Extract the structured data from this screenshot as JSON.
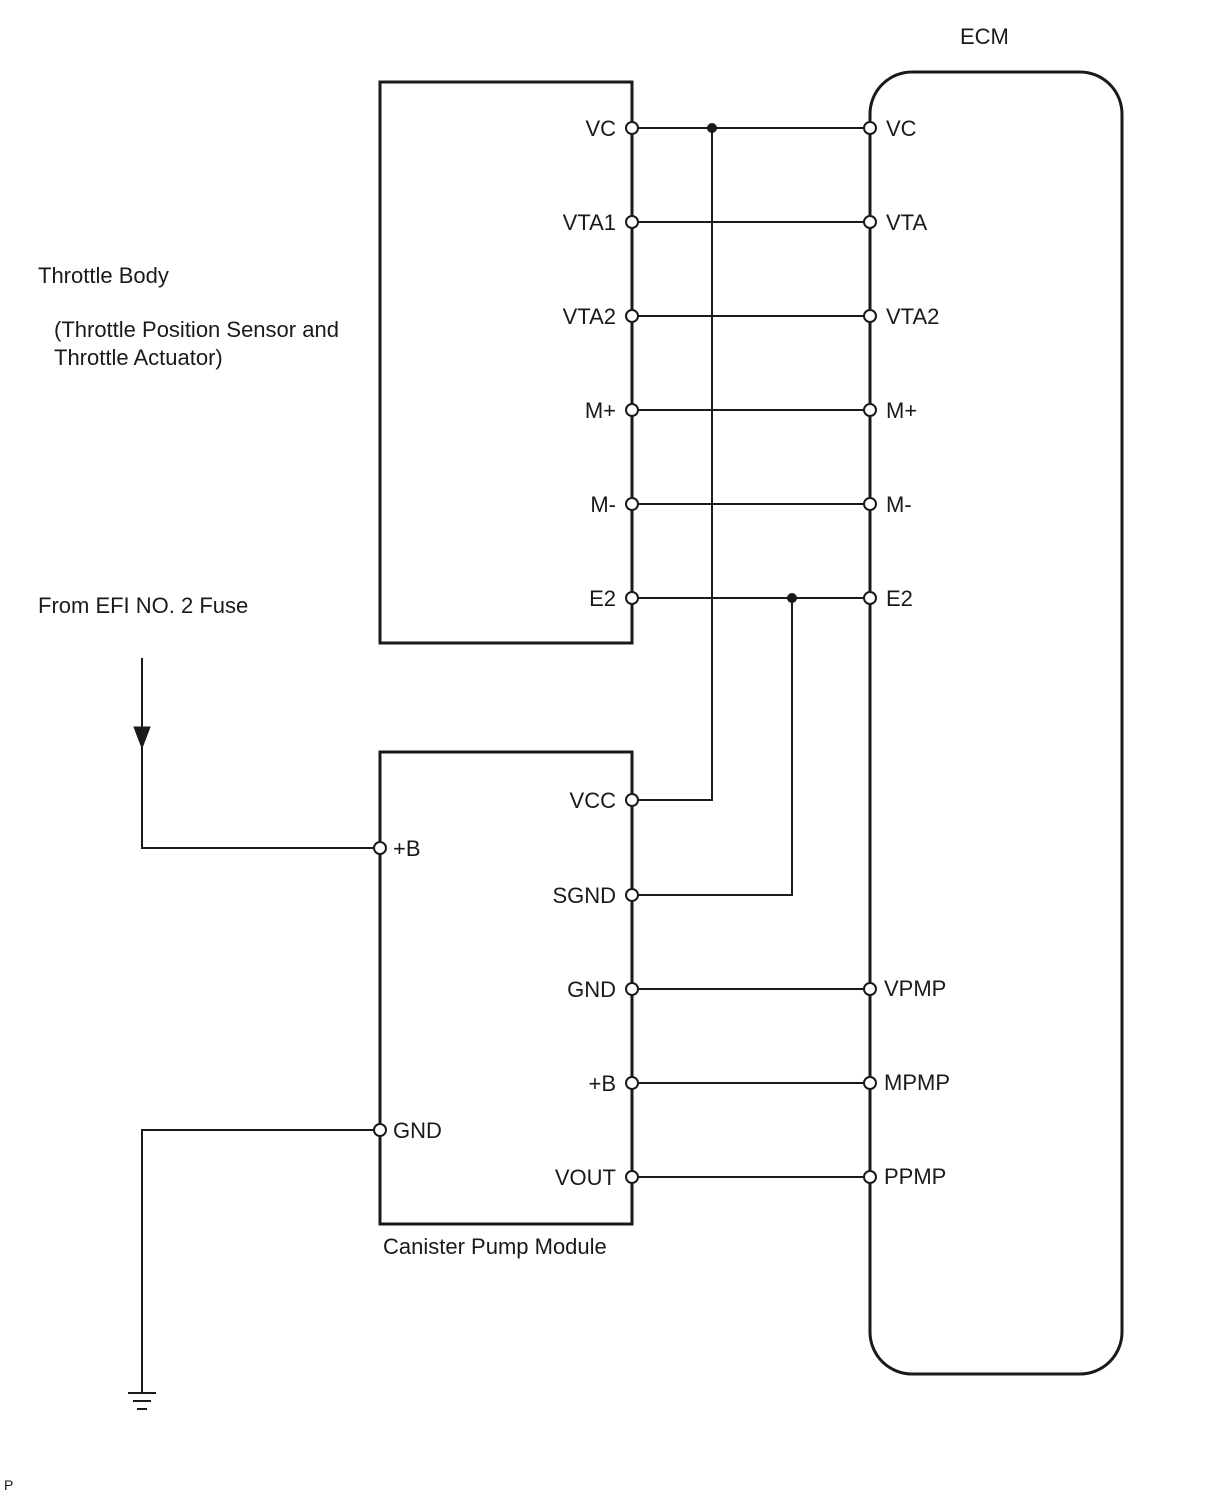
{
  "labels": {
    "ecm": "ECM",
    "throttle_body": "Throttle Body",
    "throttle_sub_line1": "(Throttle Position Sensor and",
    "throttle_sub_line2": "Throttle Actuator)",
    "fuse_source": "From EFI NO. 2 Fuse",
    "canister_module": "Canister Pump Module",
    "corner_mark": "P"
  },
  "throttle_pins": [
    "VC",
    "VTA1",
    "VTA2",
    "M+",
    "M-",
    "E2"
  ],
  "ecm_pins": [
    "VC",
    "VTA",
    "VTA2",
    "M+",
    "M-",
    "E2",
    "VPMP",
    "MPMP",
    "PPMP"
  ],
  "canister_right_pins": [
    "VCC",
    "SGND",
    "GND",
    "+B",
    "VOUT"
  ],
  "canister_left_pins": [
    "+B",
    "GND"
  ],
  "colors": {
    "line": "#1a1a1a",
    "background": "#ffffff"
  }
}
